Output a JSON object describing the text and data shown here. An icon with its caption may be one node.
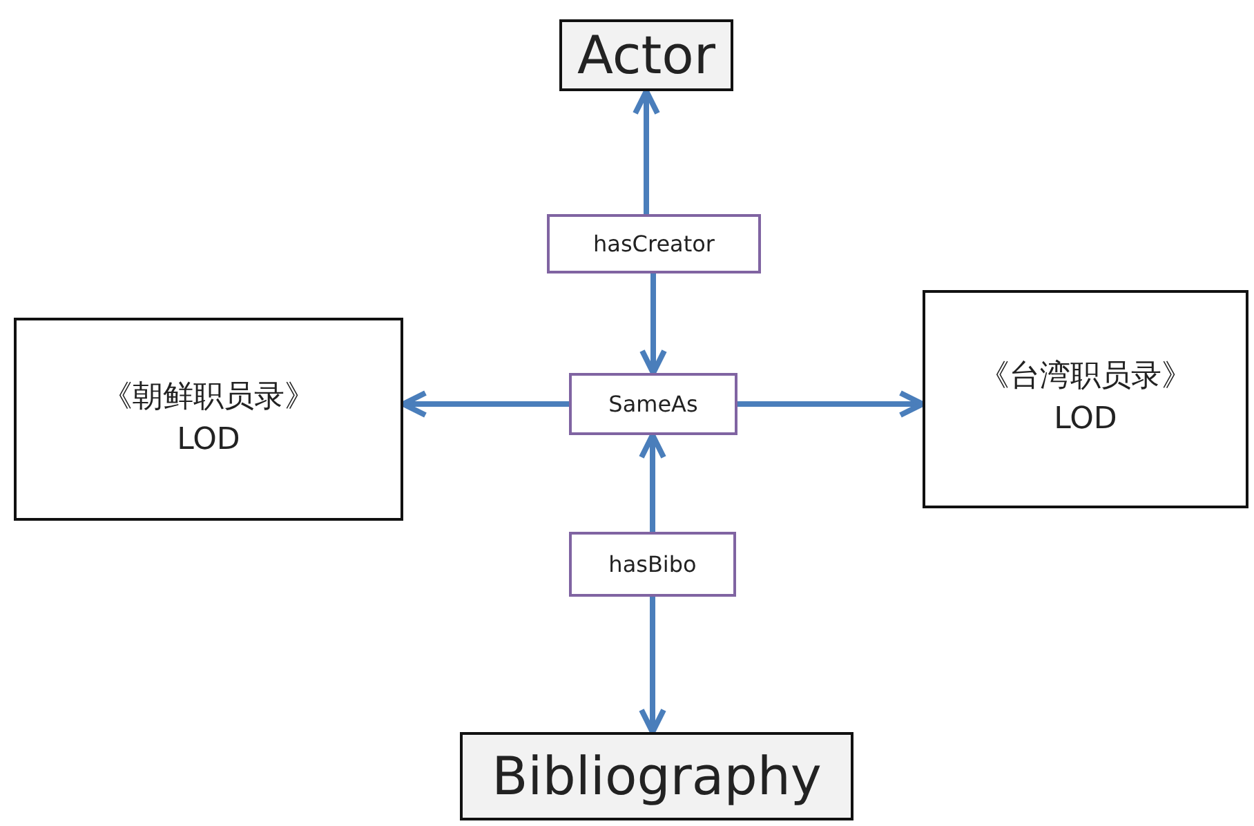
{
  "diagram": {
    "nodes": [
      {
        "text": [
          "Actor"
        ]
      },
      {
        "text": [
          "hasCreator"
        ]
      },
      {
        "text": [
          "《朝鲜职员录》 LOD"
        ]
      },
      {
        "text": [
          "SameAs"
        ]
      },
      {
        "text": [
          "《台湾职员录》 LOD"
        ]
      },
      {
        "text": [
          "hasBibo"
        ]
      },
      {
        "text": [
          "Bibliography"
        ]
      }
    ],
    "edges": [
      {
        "from": 1,
        "to": 0,
        "arrow": "to"
      },
      {
        "from": 1,
        "to": 3,
        "arrow": "to"
      },
      {
        "from": 3,
        "to": 2,
        "arrow": "to"
      },
      {
        "from": 3,
        "to": 4,
        "arrow": "to"
      },
      {
        "from": 5,
        "to": 3,
        "arrow": "to"
      },
      {
        "from": 5,
        "to": 6,
        "arrow": "to"
      }
    ]
  }
}
